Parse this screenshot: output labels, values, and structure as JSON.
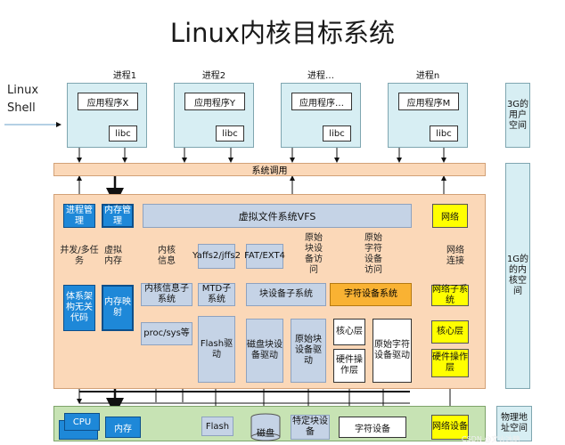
{
  "title": "Linux内核目标系统",
  "shell_label": [
    "Linux",
    "Shell"
  ],
  "processes": [
    {
      "name": "进程1",
      "app": "应用程序X",
      "lib": "libc"
    },
    {
      "name": "进程2",
      "app": "应用程序Y",
      "lib": "libc"
    },
    {
      "name": "进程…",
      "app": "应用程序…",
      "lib": "libc"
    },
    {
      "name": "进程n",
      "app": "应用程序M",
      "lib": "libc"
    }
  ],
  "syscall": "系统调用",
  "process_mgmt": "进程管理",
  "memory_mgmt": "内存管理",
  "vfs": "虚拟文件系统VFS",
  "network": "网络",
  "concurrency": "并发/多任务",
  "virtual_mem": "虚拟内存",
  "kernel_info": "内核信息",
  "yaffs": "Yaffs2/jffs2",
  "fat": "FAT/EXT4",
  "raw_block_access": "原始块设备访问",
  "raw_char_access": "原始字符设备访问",
  "net_conn": "网络连接",
  "arch_indep": "体系架构无关代码",
  "mem_map": "内存映射",
  "kernel_info_sub": "内核信息子系统",
  "mtd_sub": "MTD子系统",
  "block_sub": "块设备子系统",
  "char_sub": "字符设备系统",
  "net_sub": "网络子系统",
  "procsys": "proc/sys等",
  "flash_drv": "Flash驱动",
  "disk_drv": "磁盘块设备驱动",
  "raw_block_drv": "原始块设备驱动",
  "core_layer": "核心层",
  "hw_layer": "硬件操作层",
  "raw_char_drv": "原始字符设备驱动",
  "net_core": "核心层",
  "net_hw": "硬件操作层",
  "side_user": "3G的用户空间",
  "side_kernel": "1G的的内核空间",
  "side_phys": "物理地址空间",
  "hw": {
    "cpu": "CPU",
    "mem": "内存",
    "flash": "Flash",
    "disk": "磁盘",
    "special": "特定块设备",
    "chardev": "字符设备",
    "netdev": "网络设备"
  },
  "watermark": "CSDN @文火冰糖"
}
